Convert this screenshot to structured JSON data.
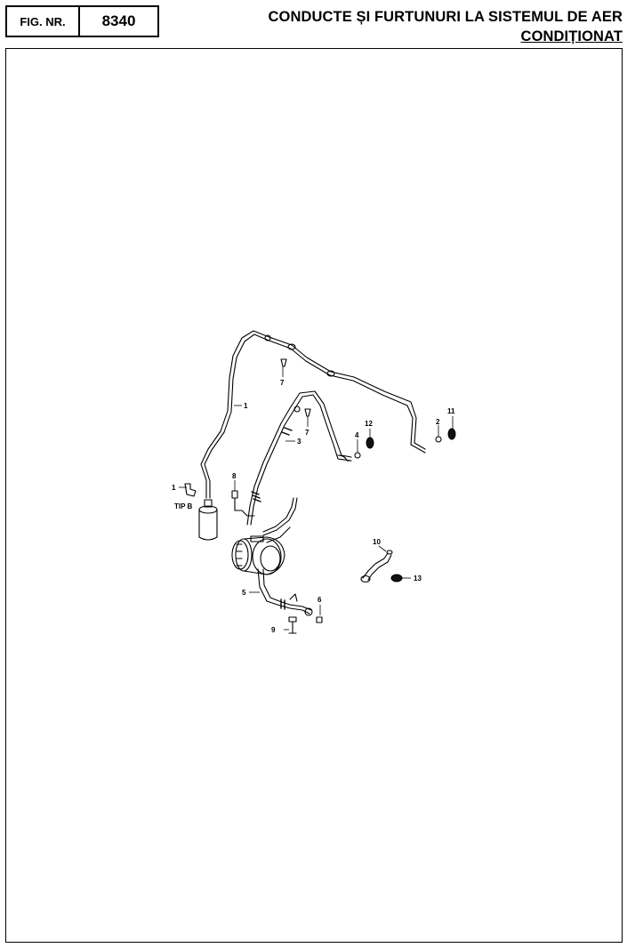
{
  "header": {
    "fig_label": "FIG. NR.",
    "fig_number": "8340",
    "title_line1": "CONDUCTE ȘI FURTUNURI LA  SISTEMUL DE AER",
    "title_line2": "CONDIȚIONAT"
  },
  "diagram": {
    "callouts": {
      "c1_top": "1",
      "c1_tipb": "1",
      "tip_b": "TIP B",
      "c2": "2",
      "c3": "3",
      "c4": "4",
      "c5": "5",
      "c6": "6",
      "c7_left": "7",
      "c7_right": "7",
      "c8": "8",
      "c9": "9",
      "c10": "10",
      "c11": "11",
      "c12": "12",
      "c13": "13"
    }
  }
}
